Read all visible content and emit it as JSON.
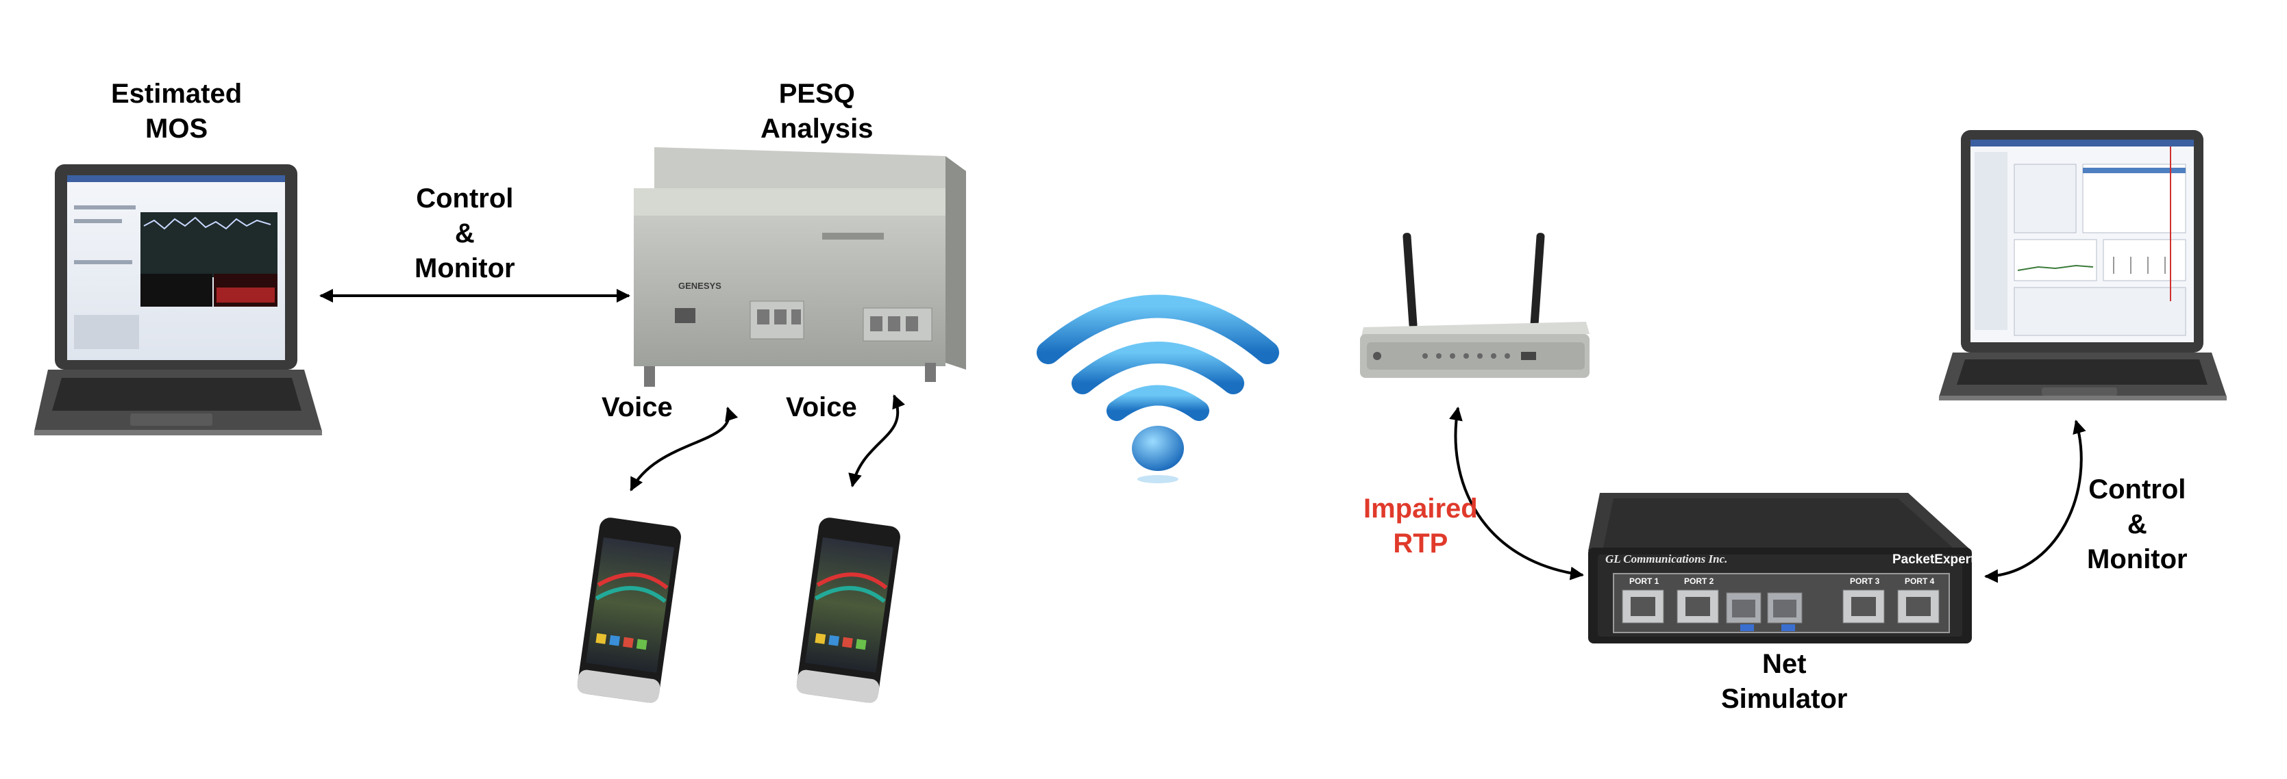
{
  "labels": {
    "estimated_mos": [
      "Estimated",
      "MOS"
    ],
    "pesq_analysis": [
      "PESQ",
      "Analysis"
    ],
    "control_monitor_left": [
      "Control",
      "&",
      "Monitor"
    ],
    "voice_left": "Voice",
    "voice_right": "Voice",
    "impaired_rtp": [
      "Impaired",
      "RTP"
    ],
    "control_monitor_right": [
      "Control",
      "&",
      "Monitor"
    ],
    "net_simulator": [
      "Net",
      "Simulator"
    ]
  },
  "device_text": {
    "company": "GL Communications Inc.",
    "product": "PacketExpert",
    "ports": [
      "PORT 1",
      "PORT 2",
      "PORT 3",
      "PORT 4"
    ],
    "pesq_brand": "GENESYS"
  },
  "colors": {
    "label_red": "#e03a2b",
    "wifi_blue": "#2a8fd6"
  }
}
